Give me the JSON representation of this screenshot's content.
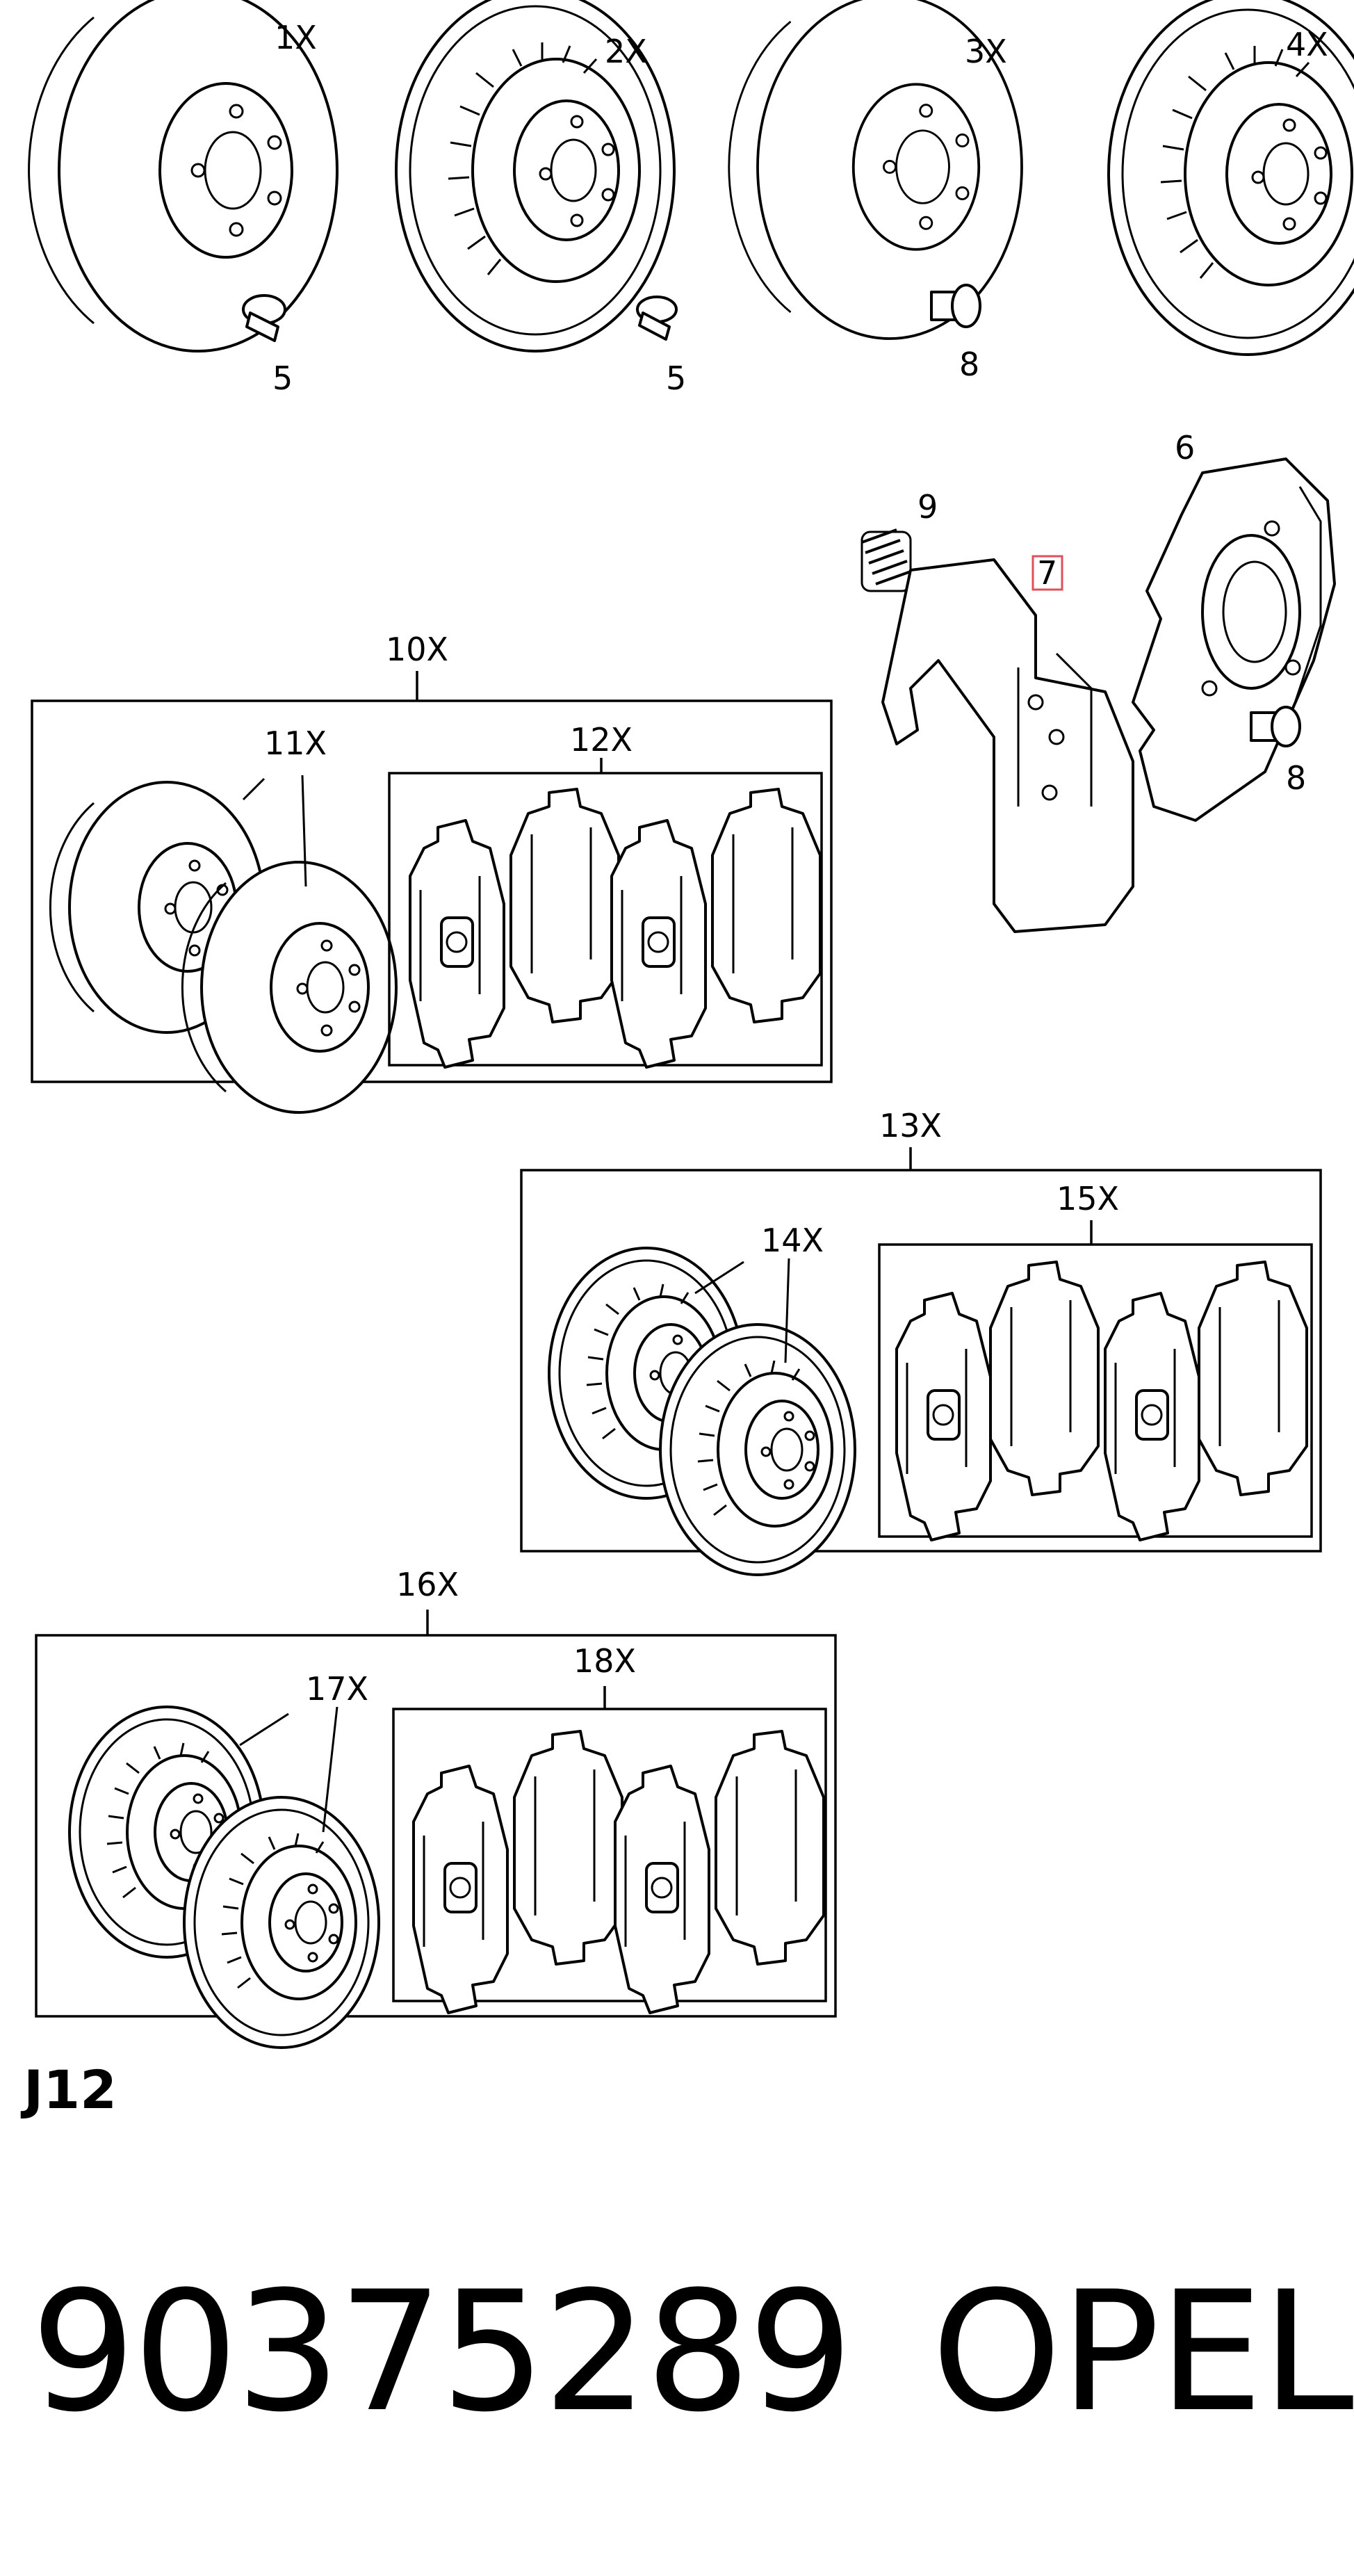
{
  "callouts": {
    "rotor_1": "1X",
    "rotor_2": "2X",
    "rotor_3": "3X",
    "rotor_4": "4X",
    "screw_5a": "5",
    "screw_5b": "5",
    "bolt_8a": "8",
    "bolt_8b": "8",
    "shield_6": "6",
    "bracket_7": "7",
    "spring_9": "9",
    "kit_10": "10X",
    "rotors_11": "11X",
    "pads_12": "12X",
    "kit_13": "13X",
    "rotors_14": "14X",
    "pads_15": "15X",
    "kit_16": "16X",
    "rotors_17": "17X",
    "pads_18": "18X"
  },
  "highlight_color": "#e0505a",
  "section_code": "J12",
  "part_number": "90375289",
  "brand": "OPEL"
}
